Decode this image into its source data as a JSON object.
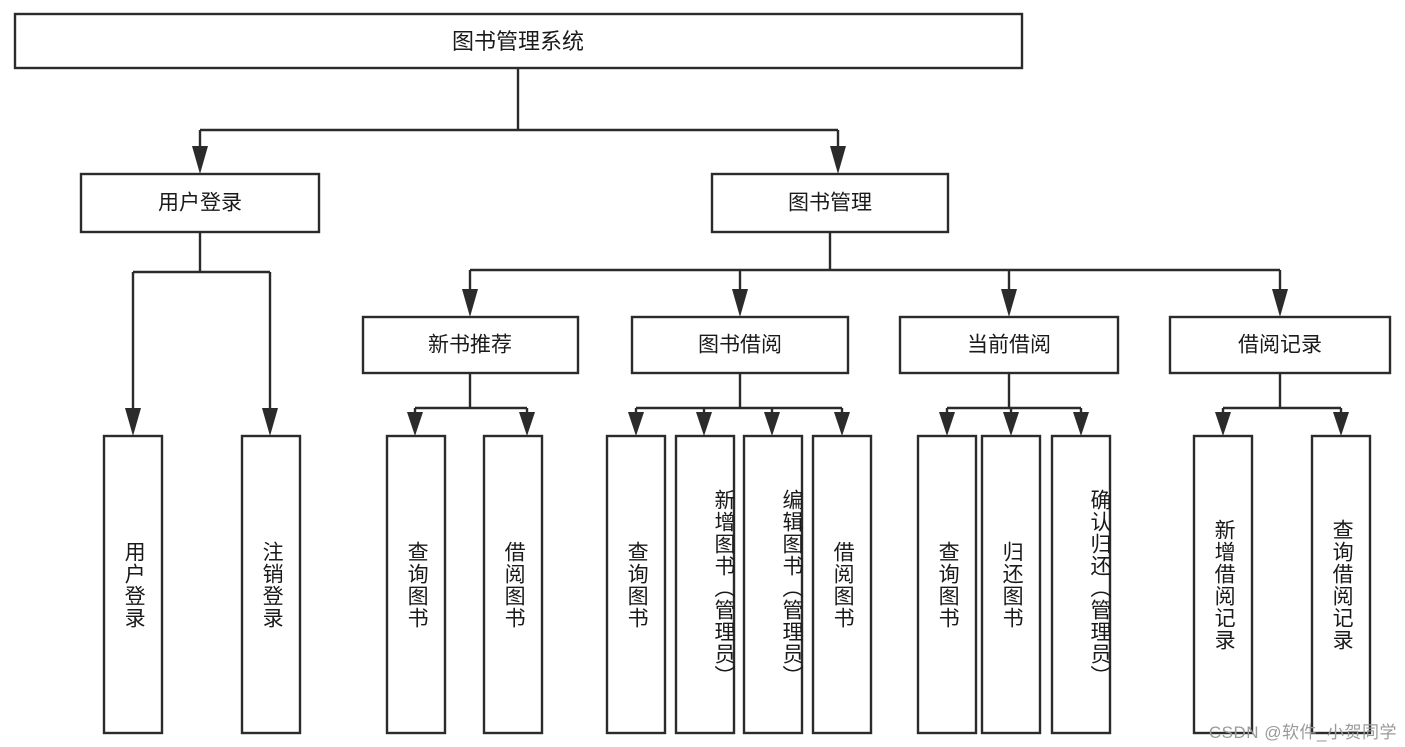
{
  "diagram": {
    "title": "图书管理系统",
    "watermark": "CSDN @软件_小贺同学",
    "nodes": {
      "root": {
        "label": "图书管理系统"
      },
      "level1": [
        {
          "id": "user-login",
          "label": "用户登录"
        },
        {
          "id": "book-manage",
          "label": "图书管理"
        }
      ],
      "level2": [
        {
          "id": "new-book-recommend",
          "label": "新书推荐"
        },
        {
          "id": "book-borrow",
          "label": "图书借阅"
        },
        {
          "id": "current-borrow",
          "label": "当前借阅"
        },
        {
          "id": "borrow-record",
          "label": "借阅记录"
        }
      ],
      "leaves": {
        "user-login": [
          {
            "id": "leaf-user-login",
            "label": "用户登录"
          },
          {
            "id": "leaf-logout-login",
            "label": "注销登录"
          }
        ],
        "new-book-recommend": [
          {
            "id": "leaf-query-book-1",
            "label": "查询图书"
          },
          {
            "id": "leaf-borrow-book-1",
            "label": "借阅图书"
          }
        ],
        "book-borrow": [
          {
            "id": "leaf-query-book-2",
            "label": "查询图书"
          },
          {
            "id": "leaf-add-book-admin",
            "label": "新增图书（管理员）"
          },
          {
            "id": "leaf-edit-book-admin",
            "label": "编辑图书（管理员）"
          },
          {
            "id": "leaf-borrow-book-2",
            "label": "借阅图书"
          }
        ],
        "current-borrow": [
          {
            "id": "leaf-query-book-3",
            "label": "查询图书"
          },
          {
            "id": "leaf-return-book",
            "label": "归还图书"
          },
          {
            "id": "leaf-confirm-return-admin",
            "label": "确认归还（管理员）"
          }
        ],
        "borrow-record": [
          {
            "id": "leaf-add-borrow-record",
            "label": "新增借阅记录"
          },
          {
            "id": "leaf-query-borrow-record",
            "label": "查询借阅记录"
          }
        ]
      }
    },
    "colors": {
      "stroke": "#2b2b2b",
      "fill": "#ffffff",
      "text": "#1a1a1a",
      "watermark": "#9a9a9a"
    }
  }
}
